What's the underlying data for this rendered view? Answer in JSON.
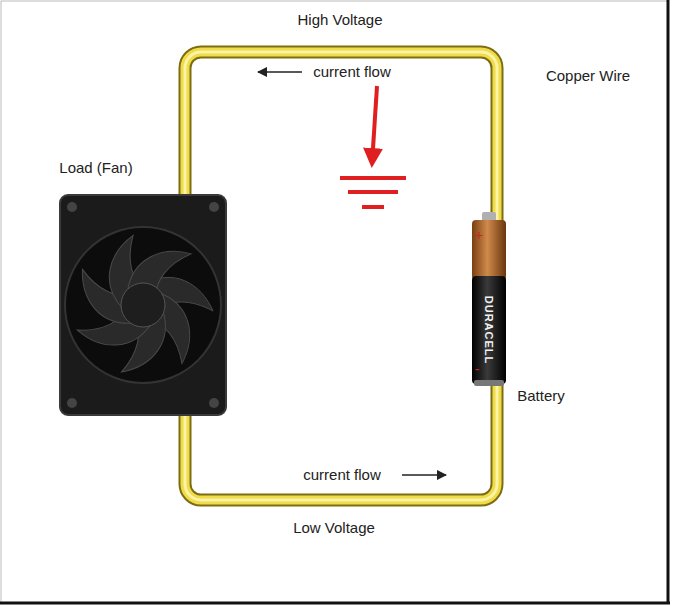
{
  "diagram": {
    "labels": [
      "High Voltage",
      "current flow",
      "Copper Wire",
      "Load (Fan)",
      "+",
      "DURACELL",
      "-",
      "Battery",
      "current flow",
      "Low Voltage"
    ]
  }
}
